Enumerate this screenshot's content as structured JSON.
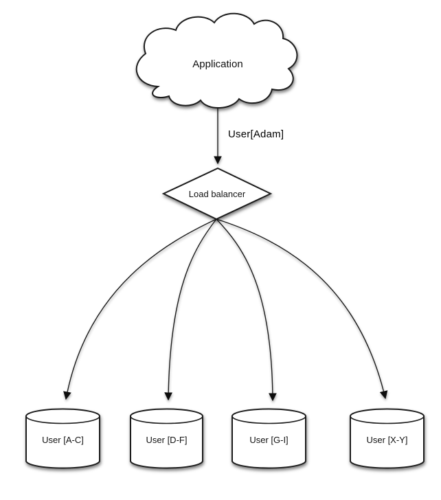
{
  "diagram": {
    "type": "sharding-architecture-flowchart",
    "background_color": "#ffffff",
    "stroke_color": "#1a1a1a",
    "text_color": "#111111",
    "nodes": {
      "application": {
        "label": "Application",
        "shape": "cloud"
      },
      "load_balancer": {
        "label": "Load balancer",
        "shape": "diamond"
      },
      "databases": [
        {
          "label": "User [A-C]",
          "shape": "cylinder"
        },
        {
          "label": "User [D-F]",
          "shape": "cylinder"
        },
        {
          "label": "User [G-I]",
          "shape": "cylinder"
        },
        {
          "label": "User [X-Y]",
          "shape": "cylinder"
        }
      ]
    },
    "edges": {
      "app_to_lb": {
        "label": "User[Adam]",
        "from": "application",
        "to": "load_balancer"
      },
      "lb_to_db1": {
        "label": "",
        "from": "load_balancer",
        "to": "User [A-C]"
      },
      "lb_to_db2": {
        "label": "",
        "from": "load_balancer",
        "to": "User [D-F]"
      },
      "lb_to_db3": {
        "label": "",
        "from": "load_balancer",
        "to": "User [G-I]"
      },
      "lb_to_db4": {
        "label": "",
        "from": "load_balancer",
        "to": "User [X-Y]"
      }
    }
  }
}
